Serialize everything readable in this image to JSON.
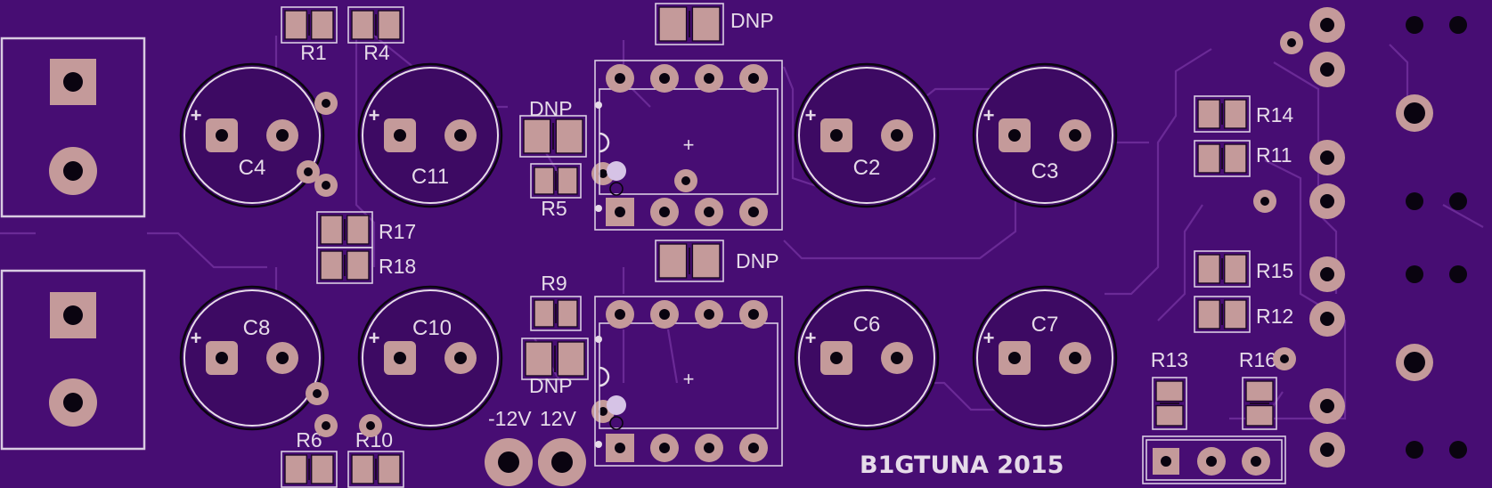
{
  "board": {
    "background": "#470d73",
    "copper_color": "#c49a9a",
    "silkscreen_color": "#e6dbe9",
    "trace_color": "#6a2a96",
    "brand_label": "B1GTUNA 2015",
    "power_labels": [
      "-12V",
      "12V"
    ]
  },
  "capacitors": [
    {
      "ref": "C4"
    },
    {
      "ref": "C11"
    },
    {
      "ref": "C2"
    },
    {
      "ref": "C3"
    },
    {
      "ref": "C8"
    },
    {
      "ref": "C10"
    },
    {
      "ref": "C6"
    },
    {
      "ref": "C7"
    }
  ],
  "capacitor_polarity_mark": "+",
  "resistors": [
    {
      "ref": "R1"
    },
    {
      "ref": "R4"
    },
    {
      "ref": "R5"
    },
    {
      "ref": "R17"
    },
    {
      "ref": "R18"
    },
    {
      "ref": "R9"
    },
    {
      "ref": "R6"
    },
    {
      "ref": "R10"
    },
    {
      "ref": "R14"
    },
    {
      "ref": "R11"
    },
    {
      "ref": "R15"
    },
    {
      "ref": "R12"
    },
    {
      "ref": "R13"
    },
    {
      "ref": "R16"
    }
  ],
  "dnp_labels": [
    "DNP",
    "DNP",
    "DNP",
    "DNP"
  ],
  "ic_origin_mark": "+"
}
